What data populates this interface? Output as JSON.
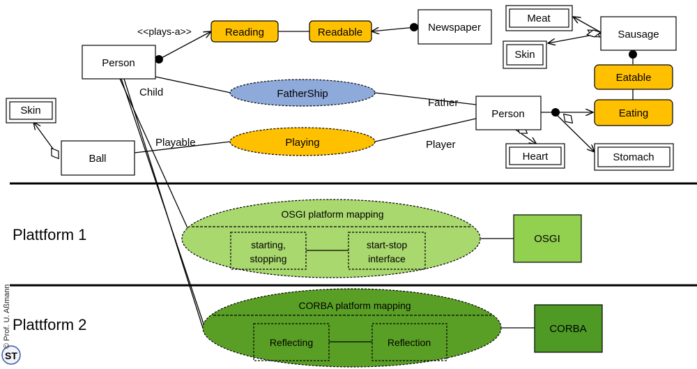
{
  "layers": {
    "platform1": "Plattform 1",
    "platform2": "Plattform 2"
  },
  "stereotype": "<<plays-a>>",
  "classes": {
    "person_top": "Person",
    "person_right": "Person",
    "newspaper": "Newspaper",
    "sausage": "Sausage",
    "ball": "Ball"
  },
  "parts": {
    "meat": "Meat",
    "skin_top": "Skin",
    "skin_left": "Skin",
    "heart": "Heart",
    "stomach": "Stomach"
  },
  "roles": {
    "reading": "Reading",
    "readable": "Readable",
    "eatable": "Eatable",
    "eating": "Eating"
  },
  "collaborations": {
    "fathership": "FatherShip",
    "playing": "Playing"
  },
  "role_labels": {
    "child": "Child",
    "father": "Father",
    "playable": "Playable",
    "player": "Player"
  },
  "platform_mappings": {
    "osgi": {
      "title": "OSGI platform mapping",
      "left_line1": "starting,",
      "left_line2": "stopping",
      "right_line1": "start-stop",
      "right_line2": "interface",
      "platform": "OSGI"
    },
    "corba": {
      "title": "CORBA platform mapping",
      "left": "Reflecting",
      "right": "Reflection",
      "platform": "CORBA"
    }
  },
  "footer": {
    "copyright": "© Prof. U. Aßmann",
    "logo": "ST"
  },
  "colors": {
    "role_fill": "#FFC000",
    "fathership_fill": "#8EAADB",
    "osgi_fill": "#A9D86E",
    "corba_fill": "#5A9F25",
    "osgi_box": "#92D050",
    "corba_box": "#4E9A25"
  }
}
